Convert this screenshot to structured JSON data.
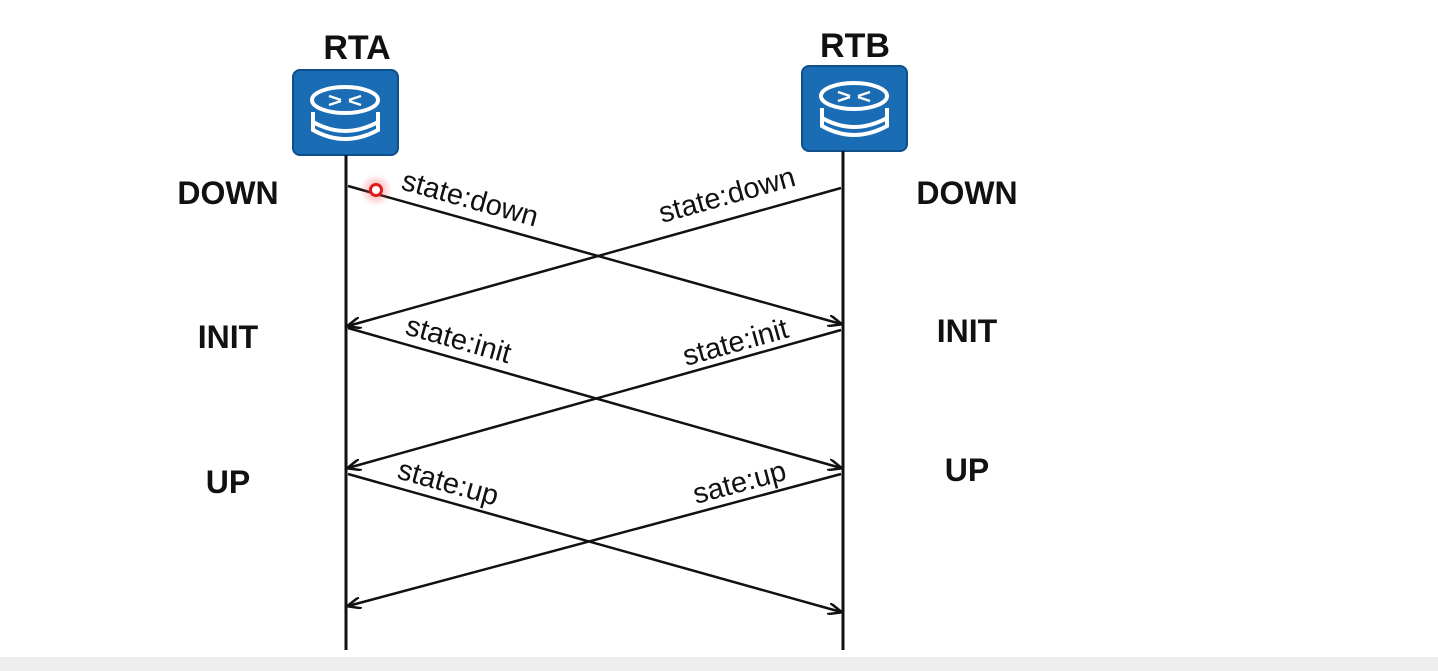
{
  "nodes": [
    {
      "title": "RTA",
      "icon": "router-icon"
    },
    {
      "title": "RTB",
      "icon": "router-icon"
    }
  ],
  "states": {
    "left": [
      "DOWN",
      "INIT",
      "UP"
    ],
    "right": [
      "DOWN",
      "INIT",
      "UP"
    ]
  },
  "messages": [
    {
      "label": "state:down",
      "from": "RTA",
      "to": "RTB"
    },
    {
      "label": "state:down",
      "from": "RTB",
      "to": "RTA"
    },
    {
      "label": "state:init",
      "from": "RTA",
      "to": "RTB"
    },
    {
      "label": "state:init",
      "from": "RTB",
      "to": "RTA"
    },
    {
      "label": "state:up",
      "from": "RTA",
      "to": "RTB"
    },
    {
      "label": "sate:up",
      "from": "RTB",
      "to": "RTA"
    }
  ],
  "colors": {
    "router": "#1a6db5",
    "router_border": "#0f4f8a",
    "line": "#111111",
    "pointer": "#e01b1b"
  }
}
